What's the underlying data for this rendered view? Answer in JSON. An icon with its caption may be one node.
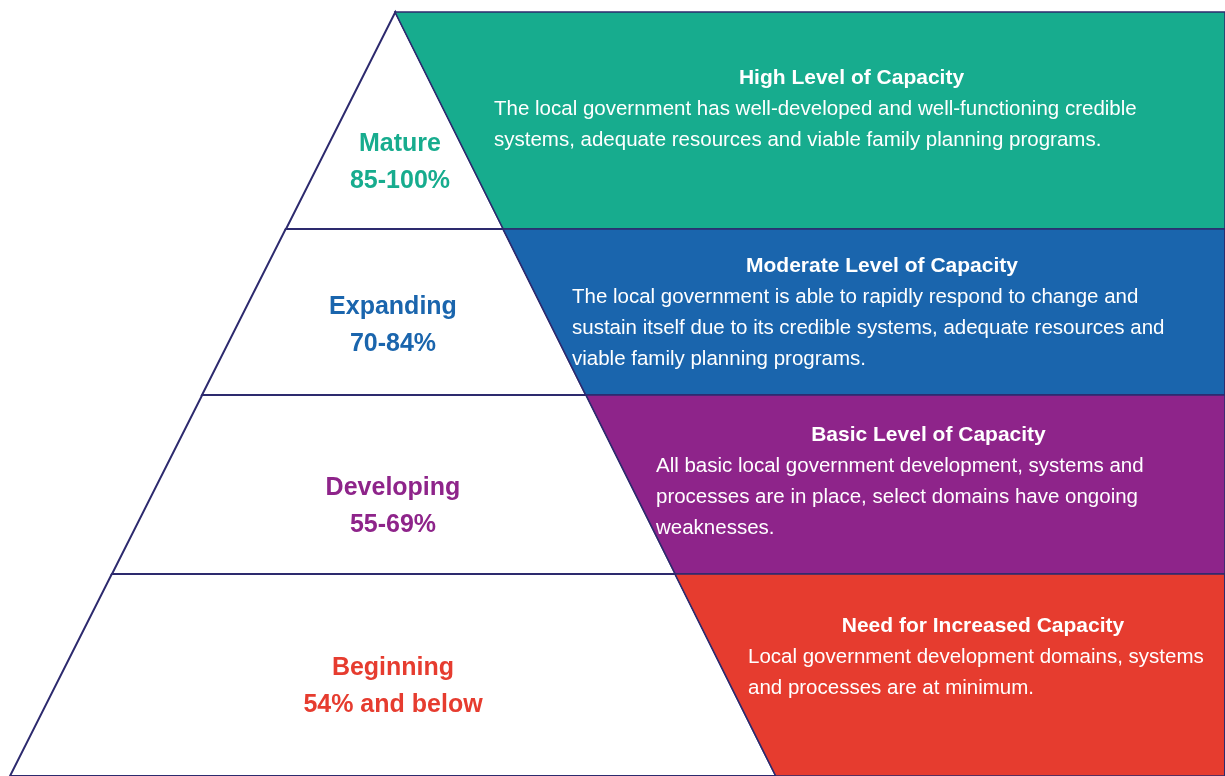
{
  "diagram": {
    "nodes": [
      {
        "text": [
          "Mature",
          "85-100%"
        ]
      },
      {
        "text": [
          "Expanding",
          "70-84%"
        ]
      },
      {
        "text": [
          "Developing",
          "55-69%"
        ]
      },
      {
        "text": [
          "Beginning",
          "54% and below"
        ]
      },
      {
        "text": [
          "High Level of Capacity",
          "The local government has well-developed and well-functioning credible systems, adequate resources and viable family planning programs."
        ]
      },
      {
        "text": [
          "Moderate Level of Capacity",
          "The local government is able to rapidly respond to change and sustain itself due to its credible systems, adequate resources and viable family planning programs."
        ]
      },
      {
        "text": [
          "Basic Level of Capacity",
          "All basic local government development, systems and processes are in place, select domains have ongoing weaknesses."
        ]
      },
      {
        "text": [
          "Need for Increased Capacity",
          "Local government development domains, systems and processes are at minimum."
        ]
      }
    ]
  }
}
